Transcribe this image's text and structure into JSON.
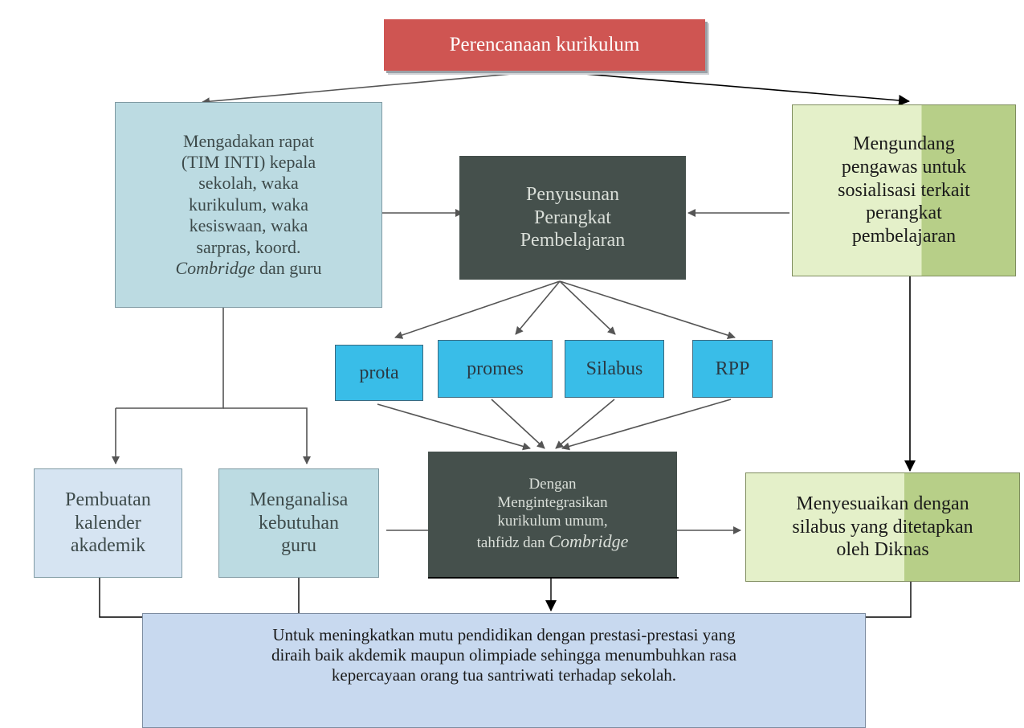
{
  "nodes": {
    "title": "Perencanaan kurikulum",
    "rapat": {
      "text": "Mengadakan rapat\n(TIM INTI) kepala\nsekolah,  waka\nkurikulum, waka\nkesiswaan, waka\nsarpras, koord.",
      "italic": "Combridge",
      "tail": " dan guru"
    },
    "undang": "Mengundang\npengawas untuk\nsosialisasi terkait\nperangkat\npembelajaran",
    "susun": "Penyusunan\nPerangkat\nPembelajaran",
    "prota": "prota",
    "promes": "promes",
    "silabus": "Silabus",
    "rpp": "RPP",
    "integ": {
      "text": "Dengan\nMengintegrasikan\nkurikulum umum,\ntahfidz dan ",
      "italic": "Combridge"
    },
    "kalender": "Pembuatan\nkalender\nakademik",
    "analisa": "Menganalisa\nkebutuhan\nguru",
    "sesuai": "Menyesuaikan dengan\nsilabus yang ditetapkan\noleh Diknas",
    "final": "Untuk meningkatkan mutu pendidikan dengan prestasi-prestasi yang\ndiraih baik akdemik maupun olimpiade sehingga menumbuhkan rasa\nkepercayaan orang tua santriwati terhadap sekolah."
  },
  "colors": {
    "title": "#cf5552",
    "light_blue": "#bcdbe2",
    "green": "#b7cf88",
    "dark": "#45504c",
    "cyan": "#39bde8",
    "final": "#c8d9ef",
    "arrow": "#555555"
  }
}
